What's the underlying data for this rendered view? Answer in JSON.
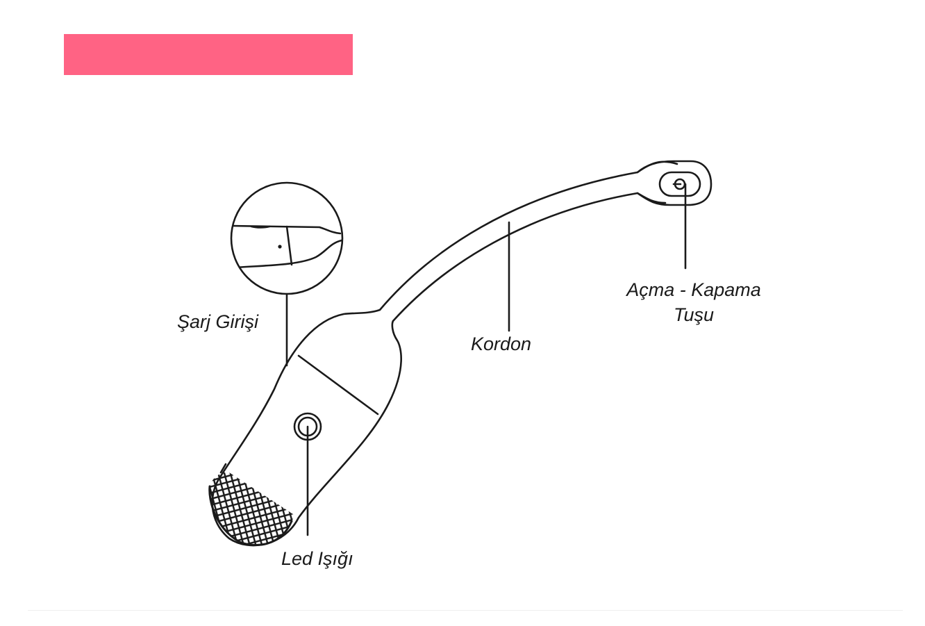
{
  "banner": {
    "color": "#ff6384"
  },
  "labels": {
    "sarj_girisi": "Şarj Girişi",
    "kordon": "Kordon",
    "acma_kapama_line1": "Açma - Kapama",
    "acma_kapama_line2": "Tuşu",
    "led_isigi": "Led Işığı"
  },
  "colors": {
    "stroke": "#1a1a1a",
    "accent": "#ff6384"
  }
}
